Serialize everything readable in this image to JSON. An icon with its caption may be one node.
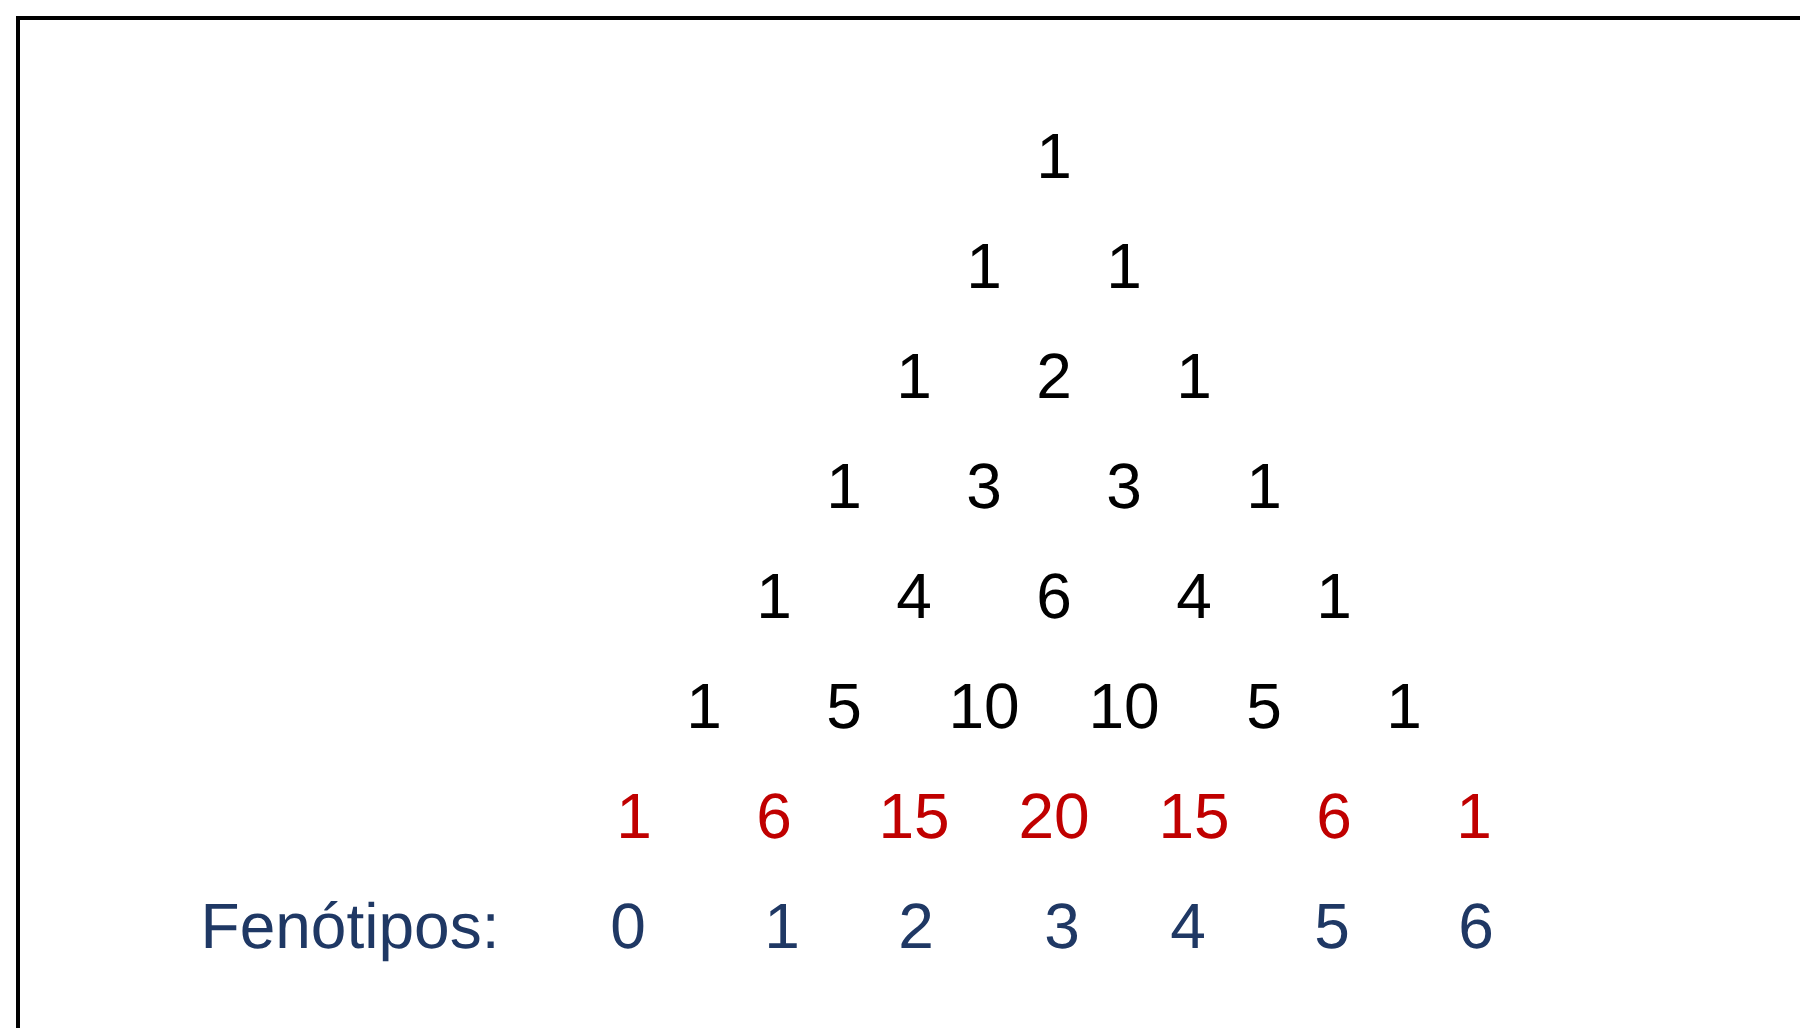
{
  "diagram": {
    "labels": [
      "1",
      "1",
      "1",
      "1",
      "2",
      "1",
      "1",
      "3",
      "3",
      "1",
      "1",
      "4",
      "6",
      "4",
      "1",
      "1",
      "5",
      "10",
      "10",
      "5",
      "1",
      "1",
      "6",
      "15",
      "20",
      "15",
      "6",
      "1",
      "Fenótipos:",
      "0",
      "1",
      "2",
      "3",
      "4",
      "5",
      "6"
    ]
  }
}
